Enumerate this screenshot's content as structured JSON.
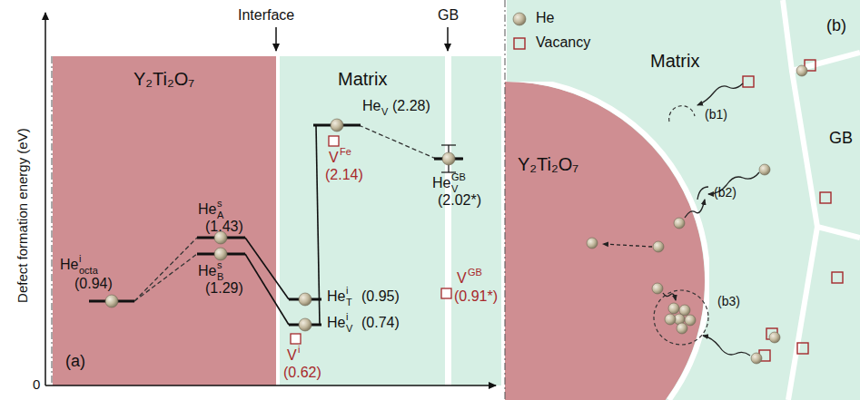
{
  "diagram": {
    "nodes": [
      {
        "text": [
          "Y₂Ti₂O₇"
        ]
      },
      {
        "text": [
          "Matrix"
        ]
      },
      {
        "text": [
          "Matrix"
        ]
      },
      {
        "text": [
          "Y₂Ti₂O₇"
        ],
        "in": 2
      }
    ],
    "labels": [
      "Interface",
      "GB",
      "He",
      "i",
      "octa",
      "(0.94)",
      "He",
      "s",
      "A",
      "(1.43)",
      "He",
      "s",
      "B",
      "(1.29)",
      "He",
      "i",
      "T",
      "(0.95)",
      "He",
      "i",
      "V",
      "(0.74)",
      "V",
      "i",
      "(0.62)",
      "He",
      "V",
      "(2.28)",
      "V",
      "Fe",
      "(2.14)",
      "He",
      "GB",
      "V",
      "(2.02*)",
      "V",
      "GB",
      "(0.91*)",
      "(a)",
      "Defect formation energy (eV)",
      "0",
      "(b)",
      "(b1)",
      "(b2)",
      "(b3)",
      "GB"
    ],
    "legend": [
      {
        "text": "He"
      },
      {
        "text": "Vacancy"
      }
    ]
  }
}
